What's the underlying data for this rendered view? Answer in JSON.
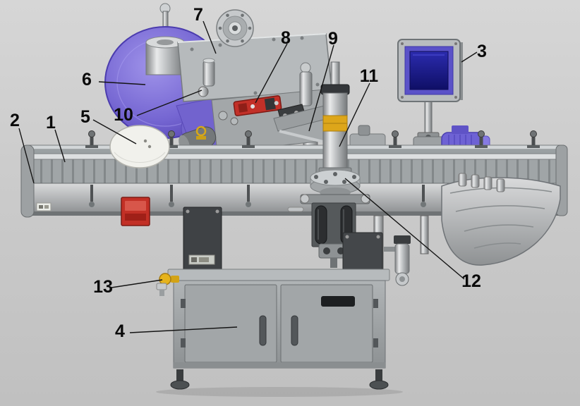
{
  "figure": {
    "kind": "labeled technical diagram of an automatic labeling machine",
    "background": "#cbcbcb"
  },
  "colors": {
    "label_roll_purple": "#7566d2",
    "web_purple": "#6a5ac8",
    "screen_bezel_purple": "#5a52c8",
    "screen_navy": "#17177e",
    "motor_purple": "#6e62d4",
    "machine_gray": "#a6aaac",
    "cabinet_gray": "#9da1a3",
    "red_part": "#c23028",
    "yellow_band": "#dda61a",
    "yellow_valve": "#e6b31c"
  },
  "callouts": [
    {
      "label": "1"
    },
    {
      "label": "2"
    },
    {
      "label": "3"
    },
    {
      "label": "4"
    },
    {
      "label": "5"
    },
    {
      "label": "6"
    },
    {
      "label": "7"
    },
    {
      "label": "8"
    },
    {
      "label": "9"
    },
    {
      "label": "10"
    },
    {
      "label": "11"
    },
    {
      "label": "12"
    },
    {
      "label": "13"
    }
  ]
}
